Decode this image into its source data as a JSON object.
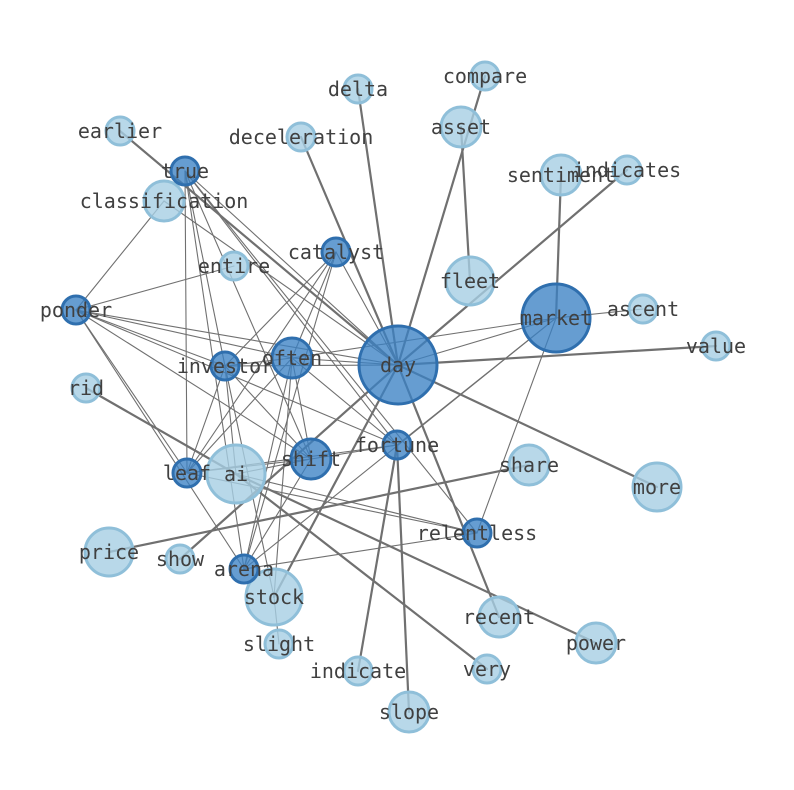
{
  "colors": {
    "background": "#ffffff",
    "node_light_fill": "#a6cee3",
    "node_light_stroke": "#8fbfd9",
    "node_dark_fill": "#3b82c4",
    "node_dark_stroke": "#2f6fae",
    "edge": "#707070",
    "label": "#404040"
  },
  "graph": {
    "nodes": [
      {
        "id": "day",
        "label": "day",
        "tone": "dark",
        "degree": 24
      },
      {
        "id": "market",
        "label": "market",
        "tone": "dark",
        "degree": 7
      },
      {
        "id": "ai",
        "label": "ai",
        "tone": "light",
        "degree": 6
      },
      {
        "id": "stock",
        "label": "stock",
        "tone": "light",
        "degree": 5
      },
      {
        "id": "often",
        "label": "often",
        "tone": "dark",
        "degree": 9
      },
      {
        "id": "shift",
        "label": "shift",
        "tone": "dark",
        "degree": 9
      },
      {
        "id": "fortune",
        "label": "fortune",
        "tone": "dark",
        "degree": 8
      },
      {
        "id": "investor",
        "label": "investor",
        "tone": "dark",
        "degree": 9
      },
      {
        "id": "leaf",
        "label": "leaf",
        "tone": "dark",
        "degree": 10
      },
      {
        "id": "arena",
        "label": "arena",
        "tone": "dark",
        "degree": 9
      },
      {
        "id": "relentless",
        "label": "relentless",
        "tone": "dark",
        "degree": 5
      },
      {
        "id": "catalyst",
        "label": "catalyst",
        "tone": "dark",
        "degree": 6
      },
      {
        "id": "ponder",
        "label": "ponder",
        "tone": "dark",
        "degree": 7
      },
      {
        "id": "true",
        "label": "true",
        "tone": "dark",
        "degree": 6
      },
      {
        "id": "classification",
        "label": "classification",
        "tone": "light",
        "degree": 3
      },
      {
        "id": "entire",
        "label": "entire",
        "tone": "light",
        "degree": 2
      },
      {
        "id": "fleet",
        "label": "fleet",
        "tone": "light",
        "degree": 2
      },
      {
        "id": "asset",
        "label": "asset",
        "tone": "light",
        "degree": 2
      },
      {
        "id": "sentiment",
        "label": "sentiment",
        "tone": "light",
        "degree": 2
      },
      {
        "id": "more",
        "label": "more",
        "tone": "light",
        "degree": 1
      },
      {
        "id": "price",
        "label": "price",
        "tone": "light",
        "degree": 1
      },
      {
        "id": "share",
        "label": "share",
        "tone": "light",
        "degree": 1
      },
      {
        "id": "recent",
        "label": "recent",
        "tone": "light",
        "degree": 1
      },
      {
        "id": "power",
        "label": "power",
        "tone": "light",
        "degree": 1
      },
      {
        "id": "slope",
        "label": "slope",
        "tone": "light",
        "degree": 1
      },
      {
        "id": "delta",
        "label": "delta",
        "tone": "light",
        "degree": 1
      },
      {
        "id": "compare",
        "label": "compare",
        "tone": "light",
        "degree": 1
      },
      {
        "id": "earlier",
        "label": "earlier",
        "tone": "light",
        "degree": 1
      },
      {
        "id": "deceleration",
        "label": "deceleration",
        "tone": "light",
        "degree": 1
      },
      {
        "id": "indicates",
        "label": "indicates",
        "tone": "light",
        "degree": 1
      },
      {
        "id": "ascent",
        "label": "ascent",
        "tone": "light",
        "degree": 1
      },
      {
        "id": "value",
        "label": "value",
        "tone": "light",
        "degree": 1
      },
      {
        "id": "rid",
        "label": "rid",
        "tone": "light",
        "degree": 1
      },
      {
        "id": "show",
        "label": "show",
        "tone": "light",
        "degree": 1
      },
      {
        "id": "slight",
        "label": "slight",
        "tone": "light",
        "degree": 1
      },
      {
        "id": "indicate",
        "label": "indicate",
        "tone": "light",
        "degree": 1
      },
      {
        "id": "very",
        "label": "very",
        "tone": "light",
        "degree": 1
      }
    ],
    "edges": [
      {
        "source": "day",
        "target": "delta",
        "weight": "heavy"
      },
      {
        "source": "day",
        "target": "compare",
        "weight": "heavy"
      },
      {
        "source": "day",
        "target": "earlier",
        "weight": "heavy"
      },
      {
        "source": "day",
        "target": "deceleration",
        "weight": "heavy"
      },
      {
        "source": "day",
        "target": "indicates",
        "weight": "heavy"
      },
      {
        "source": "day",
        "target": "value",
        "weight": "heavy"
      },
      {
        "source": "day",
        "target": "more",
        "weight": "heavy"
      },
      {
        "source": "day",
        "target": "recent",
        "weight": "heavy"
      },
      {
        "source": "day",
        "target": "stock",
        "weight": "heavy"
      },
      {
        "source": "day",
        "target": "show",
        "weight": "heavy"
      },
      {
        "source": "day",
        "target": "often",
        "weight": "light"
      },
      {
        "source": "day",
        "target": "true",
        "weight": "light"
      },
      {
        "source": "day",
        "target": "classification",
        "weight": "light"
      },
      {
        "source": "day",
        "target": "catalyst",
        "weight": "light"
      },
      {
        "source": "day",
        "target": "ponder",
        "weight": "light"
      },
      {
        "source": "day",
        "target": "investor",
        "weight": "light"
      },
      {
        "source": "day",
        "target": "market",
        "weight": "light"
      },
      {
        "source": "market",
        "target": "sentiment",
        "weight": "heavy"
      },
      {
        "source": "market",
        "target": "ascent",
        "weight": "light"
      },
      {
        "source": "market",
        "target": "arena",
        "weight": "light"
      },
      {
        "source": "market",
        "target": "relentless",
        "weight": "light"
      },
      {
        "source": "market",
        "target": "fortune",
        "weight": "light"
      },
      {
        "source": "market",
        "target": "often",
        "weight": "light"
      },
      {
        "source": "asset",
        "target": "fleet",
        "weight": "heavy"
      },
      {
        "source": "fortune",
        "target": "indicate",
        "weight": "heavy"
      },
      {
        "source": "fortune",
        "target": "slope",
        "weight": "heavy"
      },
      {
        "source": "fortune",
        "target": "shift",
        "weight": "light"
      },
      {
        "source": "fortune",
        "target": "often",
        "weight": "light"
      },
      {
        "source": "fortune",
        "target": "ponder",
        "weight": "light"
      },
      {
        "source": "fortune",
        "target": "leaf",
        "weight": "light"
      },
      {
        "source": "ai",
        "target": "rid",
        "weight": "heavy"
      },
      {
        "source": "ai",
        "target": "power",
        "weight": "heavy"
      },
      {
        "source": "ai",
        "target": "very",
        "weight": "heavy"
      },
      {
        "source": "ai",
        "target": "shift",
        "weight": "light"
      },
      {
        "source": "ai",
        "target": "relentless",
        "weight": "light"
      },
      {
        "source": "ai",
        "target": "investor",
        "weight": "light"
      },
      {
        "source": "share",
        "target": "price",
        "weight": "heavy"
      },
      {
        "source": "stock",
        "target": "slight",
        "weight": "light"
      },
      {
        "source": "stock",
        "target": "investor",
        "weight": "light"
      },
      {
        "source": "stock",
        "target": "often",
        "weight": "light"
      },
      {
        "source": "arena",
        "target": "relentless",
        "weight": "light"
      },
      {
        "source": "arena",
        "target": "shift",
        "weight": "light"
      },
      {
        "source": "arena",
        "target": "often",
        "weight": "light"
      },
      {
        "source": "arena",
        "target": "ponder",
        "weight": "light"
      },
      {
        "source": "arena",
        "target": "catalyst",
        "weight": "light"
      },
      {
        "source": "arena",
        "target": "true",
        "weight": "light"
      },
      {
        "source": "leaf",
        "target": "often",
        "weight": "light"
      },
      {
        "source": "leaf",
        "target": "catalyst",
        "weight": "light"
      },
      {
        "source": "leaf",
        "target": "ponder",
        "weight": "light"
      },
      {
        "source": "leaf",
        "target": "true",
        "weight": "light"
      },
      {
        "source": "leaf",
        "target": "investor",
        "weight": "light"
      },
      {
        "source": "leaf",
        "target": "shift",
        "weight": "light"
      },
      {
        "source": "leaf",
        "target": "relentless",
        "weight": "light"
      },
      {
        "source": "shift",
        "target": "investor",
        "weight": "light"
      },
      {
        "source": "shift",
        "target": "often",
        "weight": "light"
      },
      {
        "source": "shift",
        "target": "ponder",
        "weight": "light"
      },
      {
        "source": "shift",
        "target": "true",
        "weight": "light"
      },
      {
        "source": "often",
        "target": "catalyst",
        "weight": "light"
      },
      {
        "source": "often",
        "target": "ponder",
        "weight": "light"
      },
      {
        "source": "often",
        "target": "investor",
        "weight": "light"
      },
      {
        "source": "investor",
        "target": "ponder",
        "weight": "light"
      },
      {
        "source": "investor",
        "target": "true",
        "weight": "light"
      },
      {
        "source": "investor",
        "target": "catalyst",
        "weight": "light"
      },
      {
        "source": "ponder",
        "target": "entire",
        "weight": "light"
      },
      {
        "source": "ponder",
        "target": "classification",
        "weight": "light"
      },
      {
        "source": "true",
        "target": "relentless",
        "weight": "light"
      },
      {
        "source": "true",
        "target": "fortune",
        "weight": "light"
      }
    ]
  }
}
